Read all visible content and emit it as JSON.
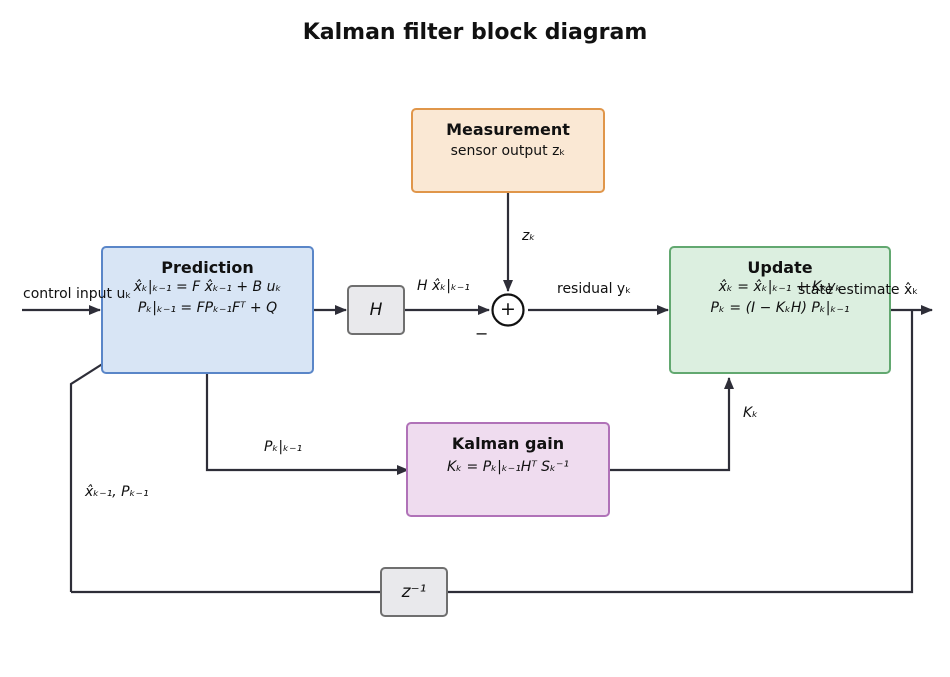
{
  "title": "Kalman filter block diagram",
  "blocks": {
    "measurement": {
      "title": "Measurement",
      "subtitle": "sensor output zₖ"
    },
    "prediction": {
      "title": "Prediction",
      "eq1": "x̂ₖ|ₖ₋₁ = F x̂ₖ₋₁ + B uₖ",
      "eq2": "Pₖ|ₖ₋₁ = FPₖ₋₁Fᵀ + Q"
    },
    "update": {
      "title": "Update",
      "eq1": "x̂ₖ = x̂ₖ|ₖ₋₁ + Kₖyₖ",
      "eq2": "Pₖ = (I − KₖH) Pₖ|ₖ₋₁"
    },
    "kalman_gain": {
      "title": "Kalman gain",
      "eq1": "Kₖ = Pₖ|ₖ₋₁Hᵀ Sₖ⁻¹"
    },
    "h": {
      "label": "H"
    },
    "delay": {
      "label": "z⁻¹"
    },
    "sum": {
      "label": "+",
      "minus": "−"
    }
  },
  "edge_labels": {
    "control_input": "control input uₖ",
    "state_estimate": "state estimate x̂ₖ",
    "zk": "zₖ",
    "h_xhat": "H x̂ₖ|ₖ₋₁",
    "residual": "residual yₖ",
    "kk": "Kₖ",
    "p_pred": "Pₖ|ₖ₋₁",
    "feedback": "x̂ₖ₋₁,  Pₖ₋₁"
  },
  "colors": {
    "measurement_fill": "#fae8d4",
    "measurement_border": "#e0964a",
    "prediction_fill": "#d8e5f5",
    "prediction_border": "#5a86c8",
    "update_fill": "#dcefe0",
    "update_border": "#62a870",
    "gain_fill": "#efdcef",
    "gain_border": "#b072b8",
    "small_fill": "#e9e9ec",
    "small_border": "#6f6f6f",
    "arrow": "#2e2e38"
  }
}
